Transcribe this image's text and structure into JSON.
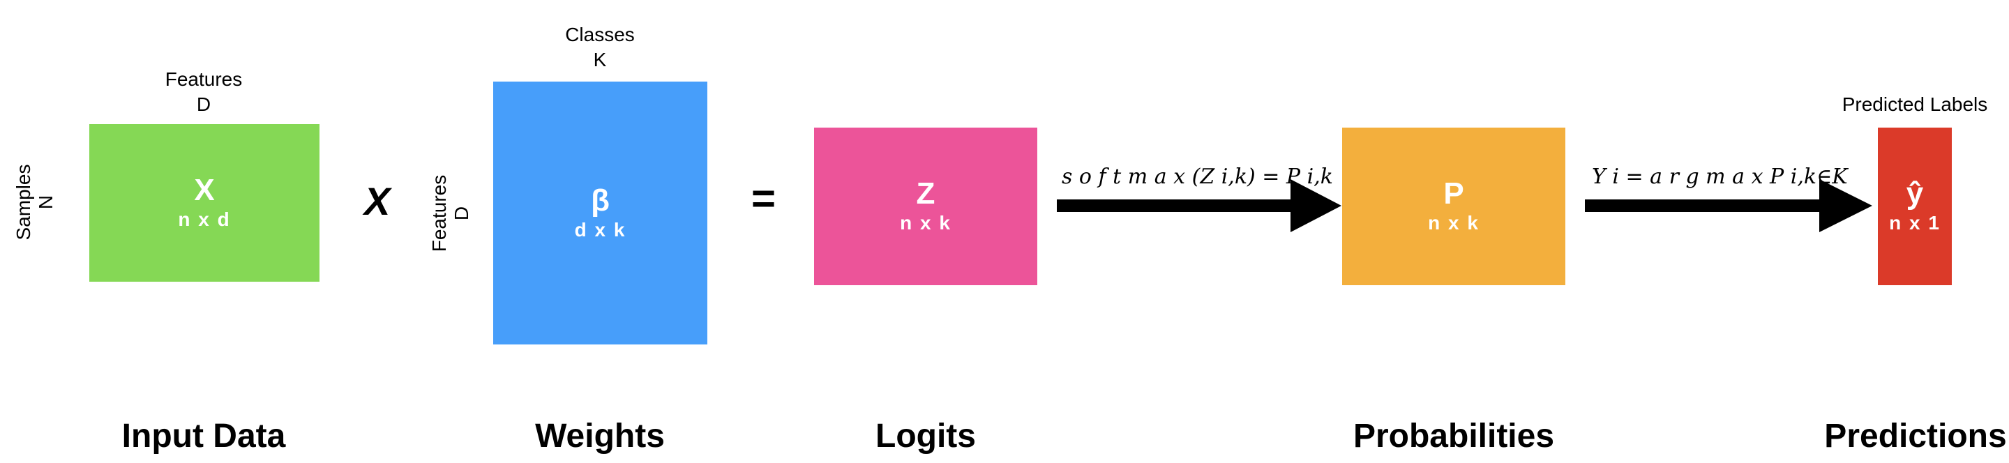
{
  "input": {
    "axis_top": [
      "Features",
      "D"
    ],
    "axis_side": [
      "Samples",
      "N"
    ],
    "symbol": "X",
    "dims": "n x d",
    "color": "#85d855",
    "caption": "Input Data"
  },
  "operator_multiply": "X",
  "weights": {
    "axis_top": [
      "Classes",
      "K"
    ],
    "axis_side": [
      "Features",
      "D"
    ],
    "symbol": "β",
    "dims": "d x k",
    "color": "#479efa",
    "caption": "Weights"
  },
  "operator_equals": "=",
  "logits": {
    "symbol": "Z",
    "dims": "n x k",
    "color": "#ec5499",
    "caption": "Logits"
  },
  "softmax_formula": "s o f t m a x (Z i,k) = P i,k",
  "probabilities": {
    "symbol": "P",
    "dims": "n x k",
    "color": "#f3af3d",
    "caption": "Probabilities"
  },
  "argmax_formula": "Y i = a r g m a x P i,k∈K",
  "predictions": {
    "axis_top": "Predicted Labels",
    "symbol": "ŷ",
    "dims": "n x 1",
    "color": "#db3a29",
    "caption": "Predictions"
  }
}
